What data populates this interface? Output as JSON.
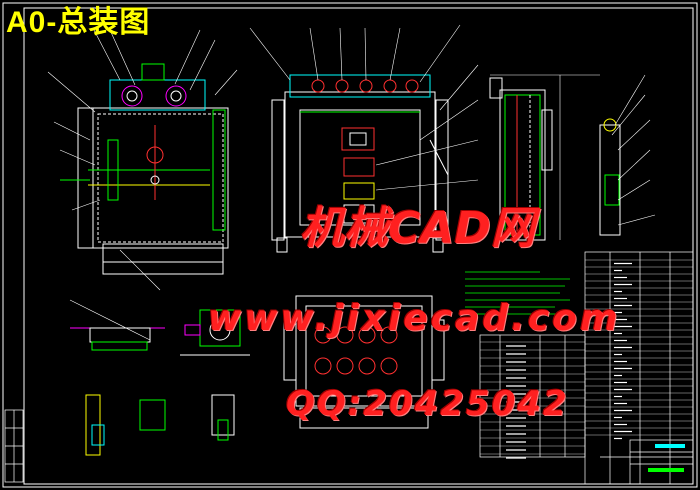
{
  "drawing": {
    "title": "A0-总装图",
    "watermarks": {
      "site_name": "机械CAD网",
      "url": "www.jixiecad.com",
      "qq": "QQ:20425042"
    }
  },
  "colors": {
    "background": "#000000",
    "frame": "#ffffff",
    "part_yellow": "#ffff00",
    "part_green": "#00ff00",
    "part_cyan": "#00ffff",
    "part_magenta": "#ff00ff",
    "part_red": "#ff3030",
    "watermark": "#ff2020",
    "title": "#ffff00"
  }
}
